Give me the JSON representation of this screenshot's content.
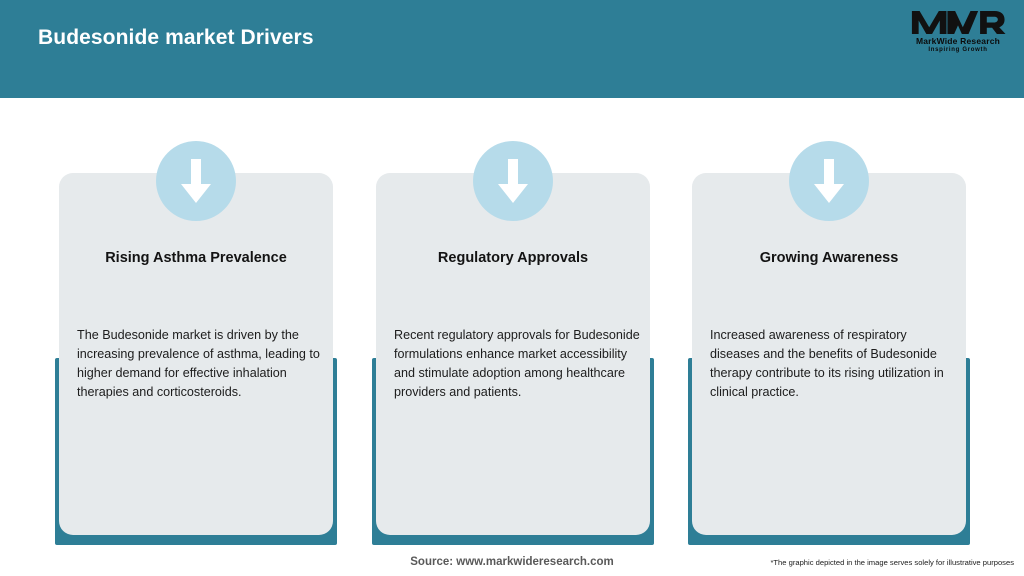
{
  "header": {
    "title": "Budesonide market Drivers",
    "background_color": "#2e7e96",
    "title_color": "#ffffff"
  },
  "logo": {
    "mark": "MWR",
    "company_name": "MarkWide Research",
    "tagline": "Inspiring Growth"
  },
  "cards": [
    {
      "icon": "down-arrow-icon",
      "title": "Rising Asthma Prevalence",
      "body": "The Budesonide market is driven by the increasing prevalence of asthma, leading to higher demand for effective inhalation therapies and corticosteroids."
    },
    {
      "icon": "down-arrow-icon",
      "title": "Regulatory Approvals",
      "body": "Recent regulatory approvals for Budesonide formulations enhance market accessibility and stimulate adoption among healthcare providers and patients."
    },
    {
      "icon": "down-arrow-icon",
      "title": "Growing Awareness",
      "body": "Increased awareness of respiratory diseases and the benefits of Budesonide therapy contribute to its rising utilization in clinical practice."
    }
  ],
  "theme": {
    "accent_teal": "#2e7e96",
    "card_gray": "#e6eaec",
    "icon_circle_blue": "#b6dbea",
    "page_background": "#ffffff"
  },
  "footer": {
    "source": "Source: www.markwideresearch.com",
    "disclaimer": "*The graphic depicted in the image serves solely for illustrative purposes"
  }
}
